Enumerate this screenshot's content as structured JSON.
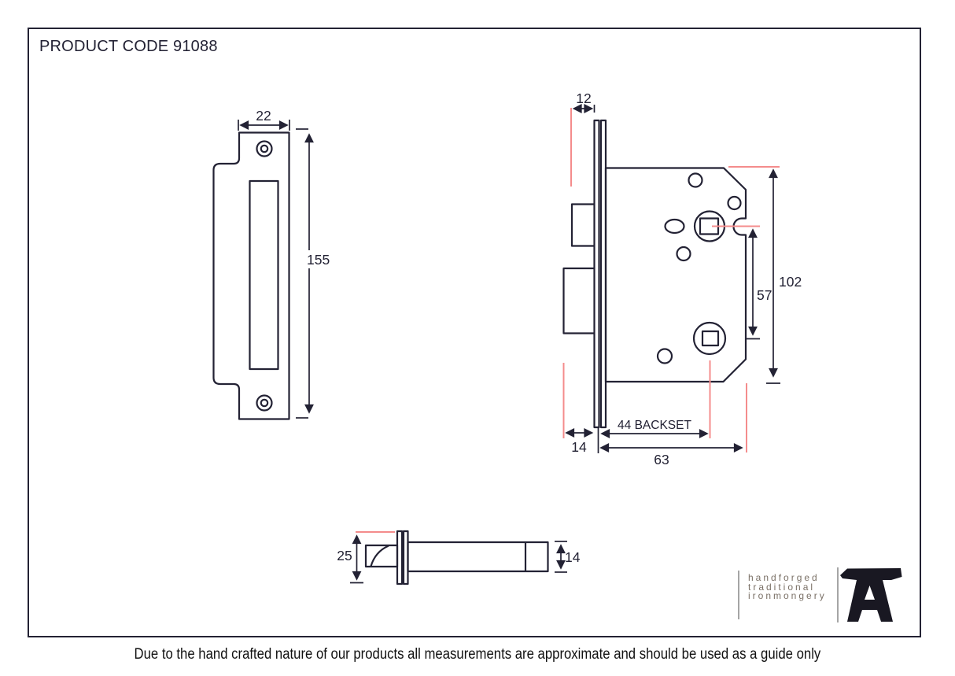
{
  "page": {
    "product_code": "PRODUCT CODE 91088",
    "disclaimer": "Due to the hand crafted nature of our products all measurements are approximate and should be used as a guide only"
  },
  "colors": {
    "line": "#232234",
    "dimension_red": "#f48c8c",
    "logo_text_gray": "#7a7066",
    "logo_bar_gray": "#a5a5a5",
    "anvil_black": "#191822"
  },
  "strike_plate_view": {
    "width_dim": "22",
    "height_dim": "155"
  },
  "lock_view": {
    "forend_offset_dim": "12",
    "case_height_dim": "102",
    "follower_centres_dim": "57",
    "backset_dim": "44 BACKSET",
    "latch_throw_dim": "14",
    "case_depth_dim": "63"
  },
  "bolt_view": {
    "plate_height_dim": "25",
    "bolt_height_dim": "14"
  },
  "logo": {
    "line1": "handforged",
    "line2": "traditional",
    "line3": "ironmongery"
  }
}
